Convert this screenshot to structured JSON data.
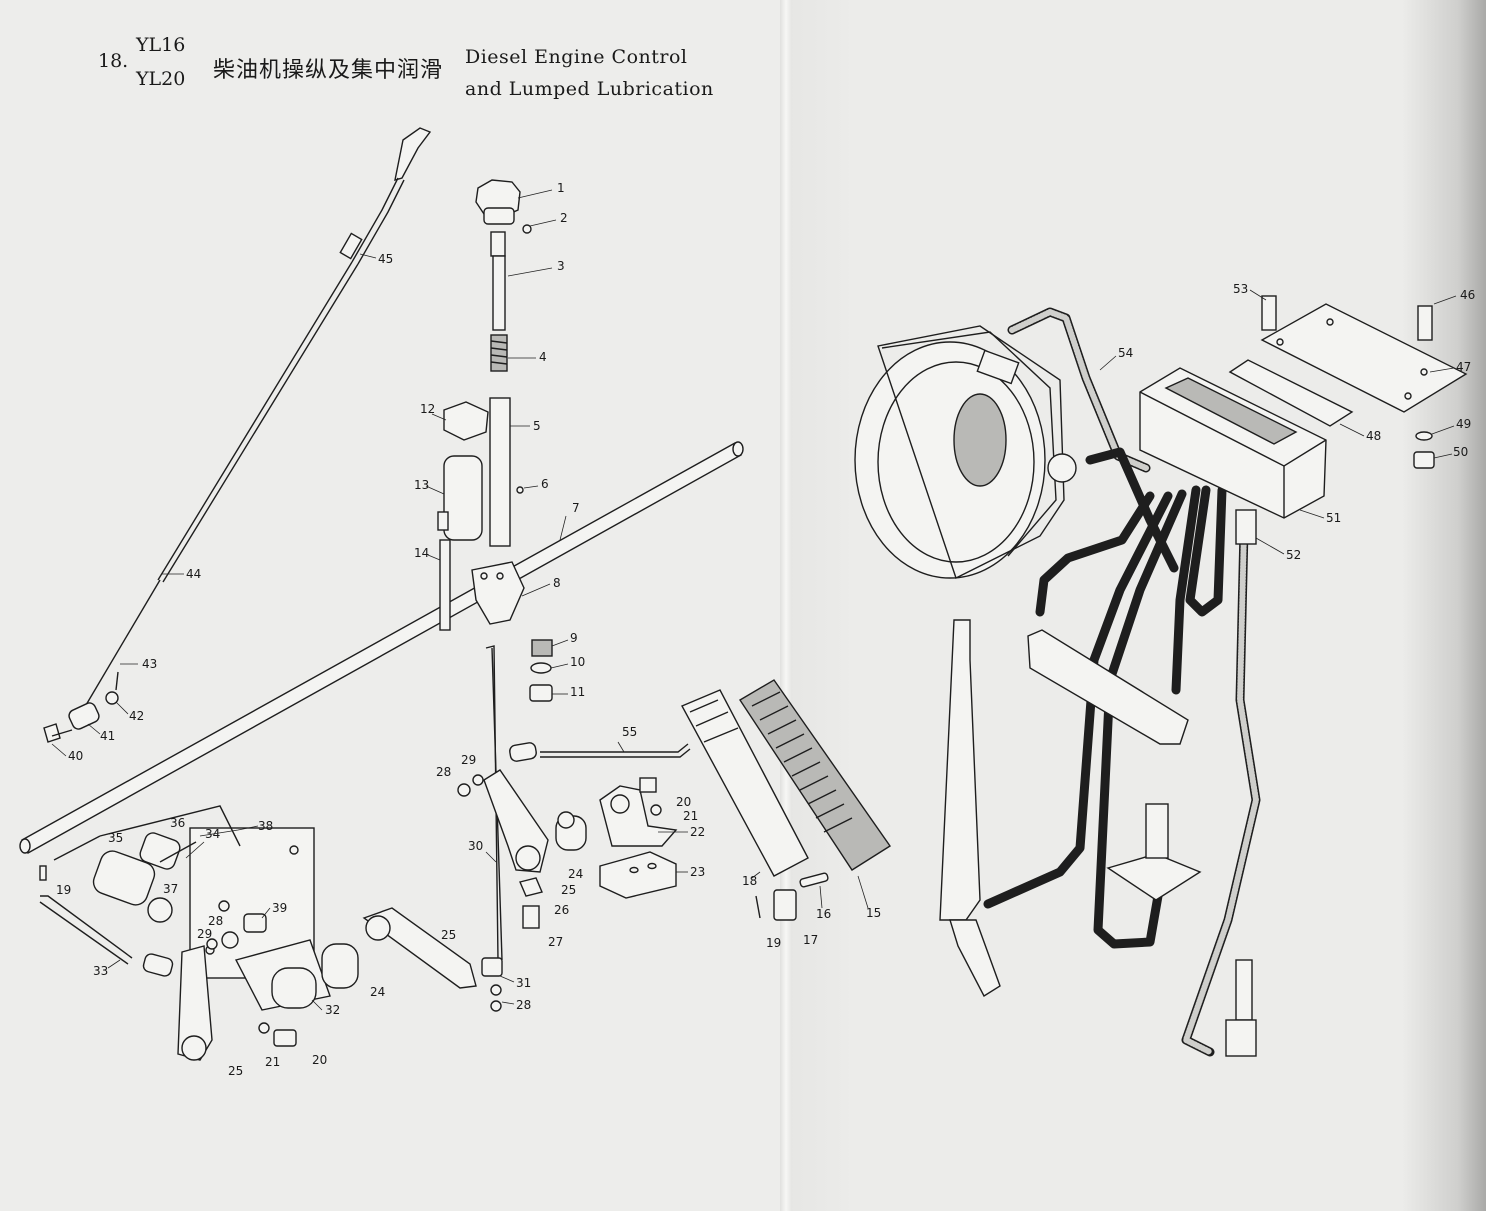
{
  "title": {
    "number": "18.",
    "model_1": "YL16",
    "model_2": "YL20",
    "chinese": "柴油机操纵及集中润滑",
    "english_line_1": "Diesel Engine Control",
    "english_line_2": "and Lumped Lubrication"
  },
  "callouts": [
    "1",
    "2",
    "3",
    "4",
    "5",
    "6",
    "7",
    "8",
    "9",
    "10",
    "11",
    "12",
    "13",
    "14",
    "44",
    "45",
    "43",
    "42",
    "41",
    "40",
    "55",
    "28",
    "29",
    "20",
    "21",
    "22",
    "23",
    "30",
    "24",
    "25",
    "26",
    "27",
    "38",
    "36",
    "34",
    "35",
    "19",
    "37",
    "39",
    "28",
    "29",
    "33",
    "32",
    "24",
    "25",
    "31",
    "28",
    "21",
    "20",
    "25",
    "18",
    "15",
    "16",
    "17",
    "19",
    "53",
    "46",
    "54",
    "47",
    "48",
    "49",
    "50",
    "51",
    "52"
  ]
}
